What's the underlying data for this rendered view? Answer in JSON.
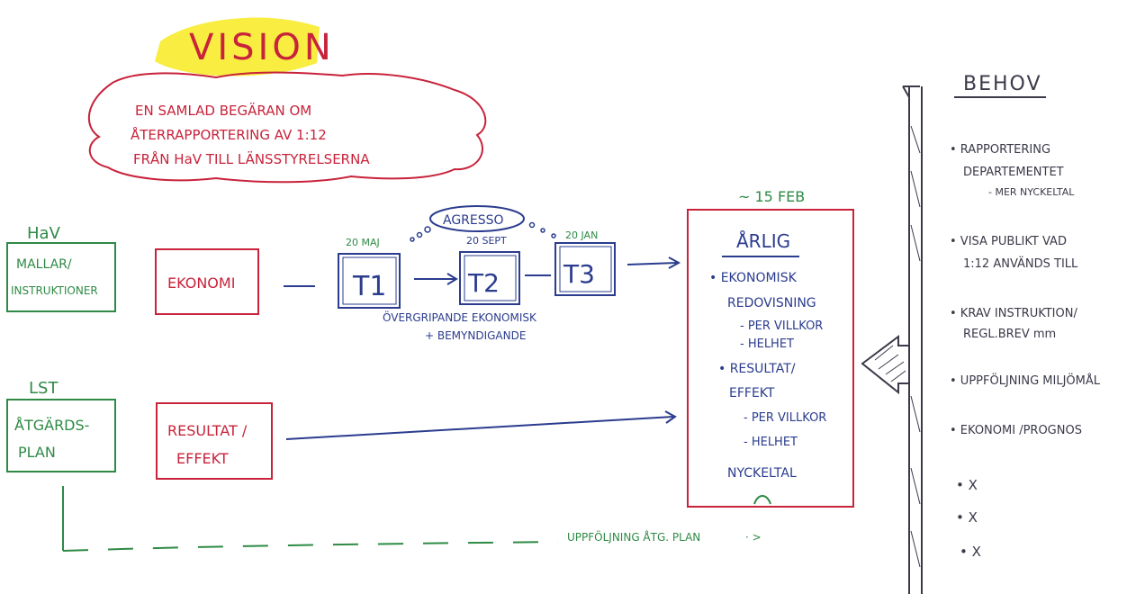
{
  "colors": {
    "red": "#c8233b",
    "blue": "#2b3c8e",
    "green": "#2e8a45",
    "dark": "#3a3a4a",
    "highlight": "#f7ea1e"
  },
  "vision": {
    "title": "VISION",
    "cloud_lines": [
      "EN SAMLAD BEGÄRAN OM",
      "ÅTERRAPPORTERING AV 1:12",
      "FRÅN   HaV TILL LÄNSSTYRELSERNA"
    ]
  },
  "hav": {
    "label": "HaV",
    "box_lines": [
      "MALLAR/",
      "INSTRUKTIONER"
    ]
  },
  "lst": {
    "label": "LST",
    "box_lines": [
      "ÅTGÄRDS-",
      "PLAN"
    ]
  },
  "flow": {
    "ekonomi": "EKONOMI",
    "resultat_lines": [
      "RESULTAT /",
      "EFFEKT"
    ],
    "agresso": "AGRESSO",
    "t1": {
      "label": "T1",
      "date": "20 MAJ"
    },
    "t2": {
      "label": "T2",
      "date": "20 SEPT"
    },
    "t3": {
      "label": "T3",
      "date": "20 JAN"
    },
    "note_lines": [
      "ÖVERGRIPANDE EKONOMISK",
      "+ BEMYNDIGANDE"
    ],
    "followup": "UPPFÖLJNING ÅTG. PLAN"
  },
  "arlig": {
    "date": "~ 15 FEB",
    "title": "ÅRLIG",
    "lines": [
      "• EKONOMISK",
      "REDOVISNING",
      "- PER VILLKOR",
      "- HELHET",
      "• RESULTAT/",
      "EFFEKT",
      "- PER VILLKOR",
      "- HELHET",
      "NYCKELTAL"
    ]
  },
  "behov": {
    "title": "BEHOV",
    "items": [
      {
        "lines": [
          "• RAPPORTERING",
          "DEPARTEMENTET",
          "- MER NYCKELTAL"
        ]
      },
      {
        "lines": [
          "• VISA PUBLIKT VAD",
          "1:12 ANVÄNDS TILL"
        ]
      },
      {
        "lines": [
          "• KRAV INSTRUKTION/",
          "REGL.BREV mm"
        ]
      },
      {
        "lines": [
          "• UPPFÖLJNING MILJÖMÅL"
        ]
      },
      {
        "lines": [
          "• EKONOMI /PROGNOS"
        ]
      },
      {
        "lines": [
          "• X"
        ]
      },
      {
        "lines": [
          "• X"
        ]
      },
      {
        "lines": [
          "• X"
        ]
      }
    ]
  }
}
